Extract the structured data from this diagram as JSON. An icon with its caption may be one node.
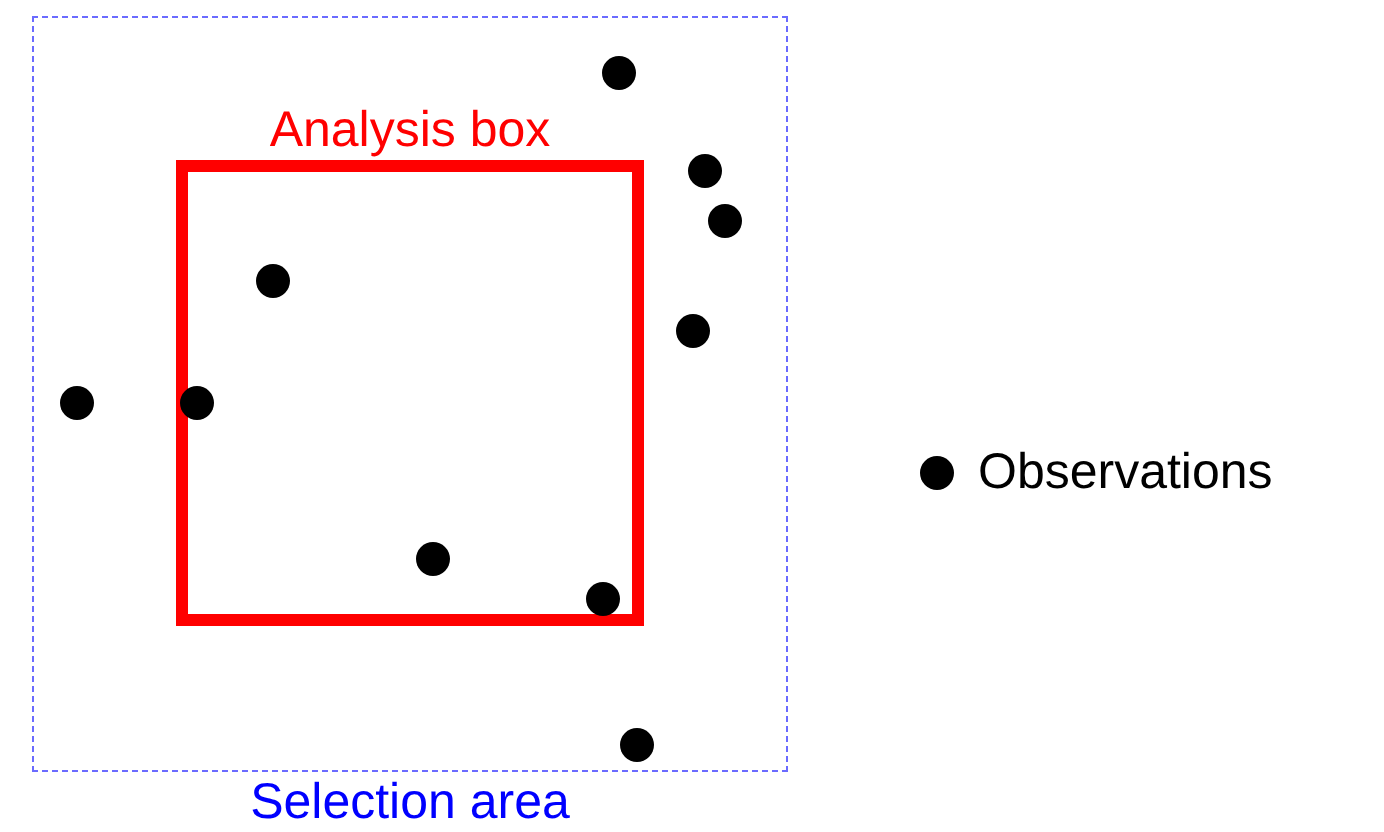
{
  "diagram": {
    "nodes": [
      {
        "text": [
          "Selection area"
        ]
      },
      {
        "text": [
          "Analysis box"
        ],
        "in": 0
      },
      {
        "text": [],
        "shape": "circle",
        "in": 0
      },
      {
        "text": [],
        "shape": "circle",
        "in": 1
      },
      {
        "text": [],
        "shape": "circle",
        "in": 1
      },
      {
        "text": [],
        "shape": "circle",
        "in": 1
      },
      {
        "text": [],
        "shape": "circle",
        "in": 1
      },
      {
        "text": [],
        "shape": "circle",
        "in": 0
      },
      {
        "text": [],
        "shape": "circle",
        "in": 0
      },
      {
        "text": [],
        "shape": "circle",
        "in": 0
      },
      {
        "text": [],
        "shape": "circle",
        "in": 0
      },
      {
        "text": [],
        "shape": "circle",
        "in": 0
      }
    ],
    "edges": [],
    "legend": [
      {
        "text": "Observations"
      }
    ]
  }
}
